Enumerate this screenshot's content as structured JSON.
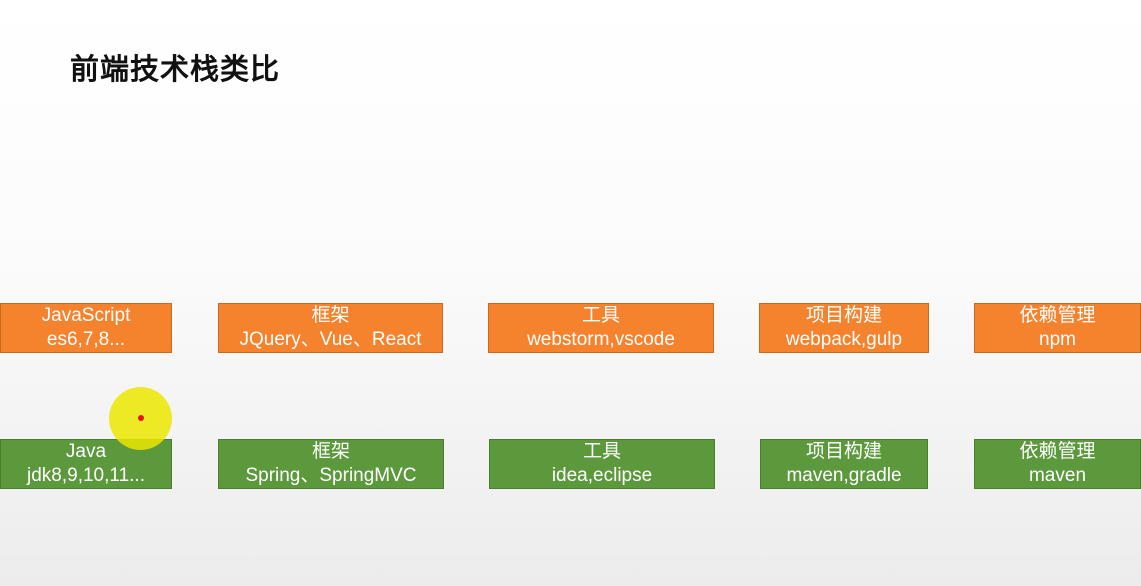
{
  "slide": {
    "title": "前端技术栈类比"
  },
  "colors": {
    "frontend_box": "#f5822d",
    "backend_box": "#5b993c",
    "cursor_highlight": "#ebe600",
    "cursor_dot": "#e8101a"
  },
  "frontend_row": [
    {
      "line1": "JavaScript",
      "line2": "es6,7,8..."
    },
    {
      "line1": "框架",
      "line2": "JQuery、Vue、React"
    },
    {
      "line1": "工具",
      "line2": "webstorm,vscode"
    },
    {
      "line1": "项目构建",
      "line2": "webpack,gulp"
    },
    {
      "line1": "依赖管理",
      "line2": "npm"
    }
  ],
  "backend_row": [
    {
      "line1": "Java",
      "line2": "jdk8,9,10,11..."
    },
    {
      "line1": "框架",
      "line2": "Spring、SpringMVC"
    },
    {
      "line1": "工具",
      "line2": "idea,eclipse"
    },
    {
      "line1": "项目构建",
      "line2": "maven,gradle"
    },
    {
      "line1": "依赖管理",
      "line2": "maven"
    }
  ]
}
